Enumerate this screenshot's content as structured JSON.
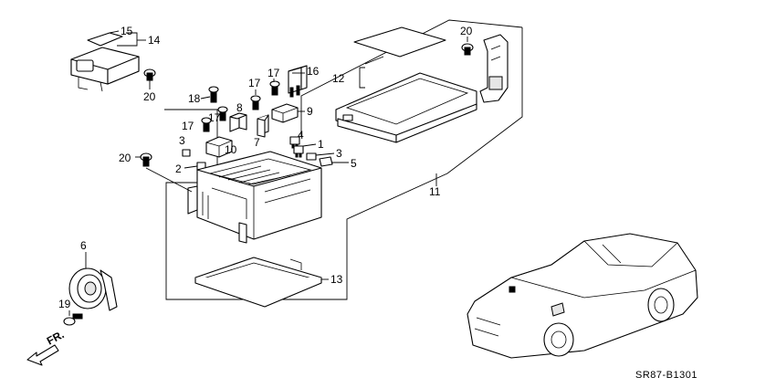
{
  "callouts": {
    "c1": "1",
    "c2": "2",
    "c3a": "3",
    "c3b": "3",
    "c4": "4",
    "c5": "5",
    "c6": "6",
    "c7": "7",
    "c8": "8",
    "c9": "9",
    "c10": "10",
    "c11": "11",
    "c12": "12",
    "c13": "13",
    "c14": "14",
    "c15": "15",
    "c16": "16",
    "c17a": "17",
    "c17b": "17",
    "c17c": "17",
    "c17d": "17",
    "c18": "18",
    "c19": "19",
    "c20a": "20",
    "c20b": "20",
    "c20c": "20"
  },
  "front_marker": "FR.",
  "diagram_code": "SR87-B1301"
}
